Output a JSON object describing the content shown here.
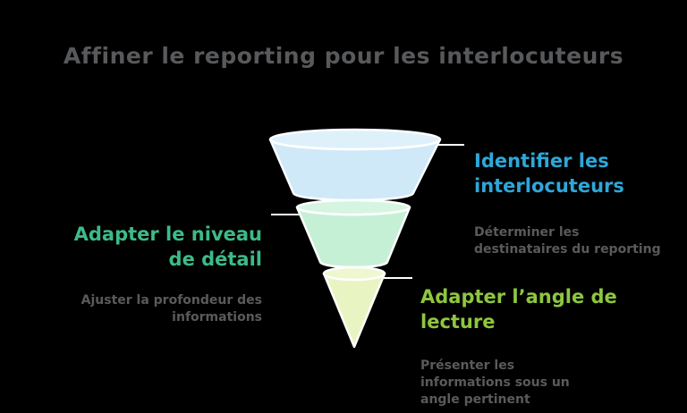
{
  "title": "Affiner le reporting pour les interlocuteurs",
  "title_color": "#58595b",
  "background_color": "#000000",
  "description_color": "#595a5c",
  "funnel": {
    "stroke_color": "#ffffff",
    "stages": [
      {
        "name": "identifier-les-interlocuteurs",
        "body_fill": "#cfe9f9",
        "rim_fill": "#def1fb"
      },
      {
        "name": "adapter-le-niveau-de-detail",
        "body_fill": "#c6f0d6",
        "rim_fill": "#d5f5e1"
      },
      {
        "name": "adapter-angle-de-lecture",
        "body_fill": "#e9f4c3",
        "rim_fill": "#eef7cf"
      }
    ]
  },
  "steps": [
    {
      "heading": "Identifier les\ninterlocuteurs",
      "heading_color": "#2ea7d9",
      "description": "Déterminer les\ndestinataires du reporting"
    },
    {
      "heading": "Adapter le niveau\nde détail",
      "heading_color": "#3dbb87",
      "description": "Ajuster la profondeur des\ninformations"
    },
    {
      "heading": "Adapter l’angle de\nlecture",
      "heading_color": "#8ec63f",
      "description": "Présenter les\ninformations sous un\nangle pertinent"
    }
  ]
}
